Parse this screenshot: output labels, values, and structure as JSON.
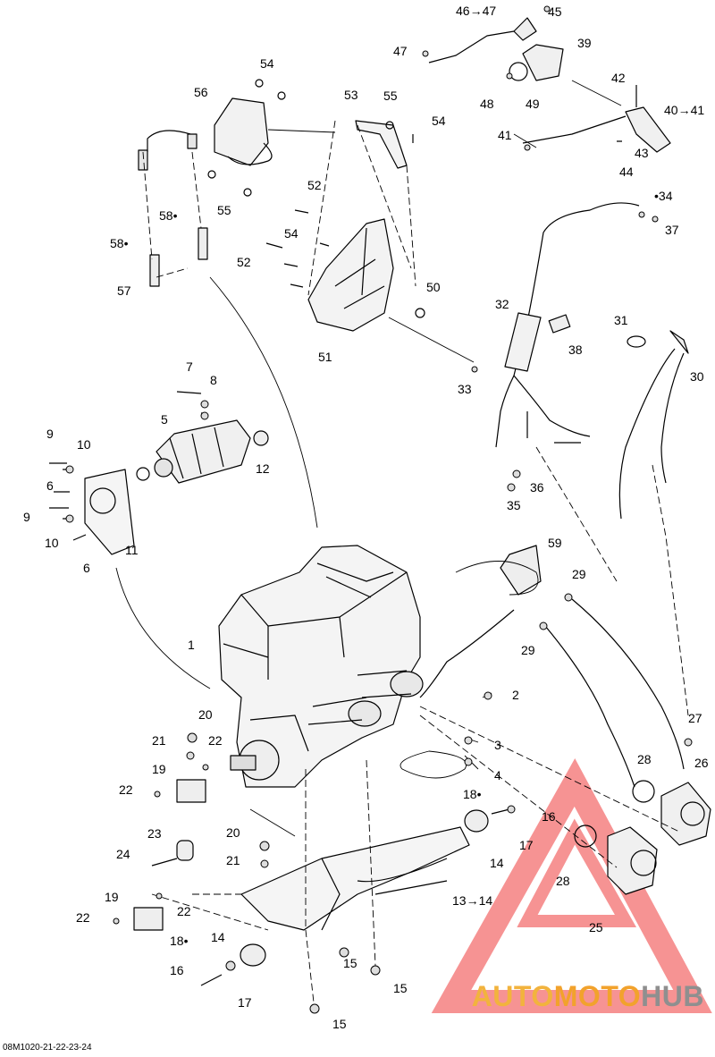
{
  "labels": [
    "1",
    "2",
    "3",
    "4",
    "5",
    "6",
    "6",
    "7",
    "8",
    "9",
    "9",
    "10",
    "10",
    "11",
    "12",
    "13→14",
    "14",
    "14",
    "15",
    "15",
    "15",
    "16",
    "16",
    "17",
    "17",
    "18•",
    "18•",
    "19",
    "19",
    "20",
    "20",
    "21",
    "21",
    "22",
    "22",
    "22",
    "22",
    "23",
    "24",
    "25",
    "26",
    "27",
    "28",
    "28",
    "29",
    "29",
    "30",
    "31",
    "32",
    "33",
    "•34",
    "35",
    "36",
    "37",
    "38",
    "39",
    "40→41",
    "41",
    "42",
    "43",
    "44",
    "45",
    "46→47",
    "47",
    "48",
    "49",
    "50",
    "51",
    "52",
    "52",
    "53",
    "54",
    "54",
    "54",
    "55",
    "55",
    "56",
    "57",
    "58•",
    "58•",
    "59"
  ],
  "caption": "08M1020-21-22-23-24",
  "watermark": {
    "part1": "AUTO",
    "part2": "MOTO",
    "part3": "HUB"
  }
}
